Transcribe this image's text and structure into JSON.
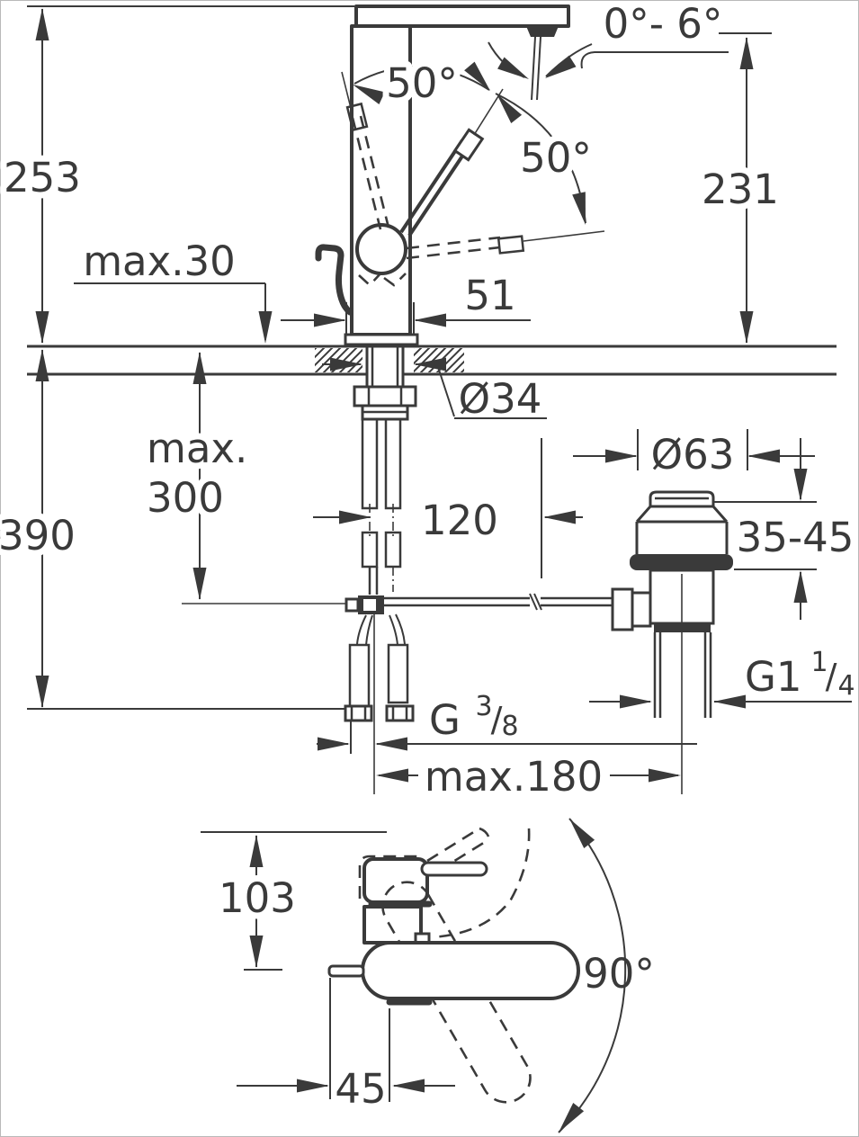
{
  "drawing": {
    "type": "technical-dimension-drawing",
    "product": "single-lever basin mixer tap with pop-up waste set",
    "units": "mm",
    "line_color": "#3a3a3a",
    "background": "#ffffff"
  },
  "labels": {
    "overall_height": "253",
    "deck_thickness_max": "max.30",
    "handle_open_angle_left": "50°",
    "handle_open_angle_right": "50°",
    "aerator_tilt_range": "0°- 6°",
    "outlet_height": "231",
    "body_depth": "51",
    "deck_hole_diameter": "Ø34",
    "hose_length_max_line1": "max.",
    "hose_length_max_line2": "300",
    "below_deck_height": "390",
    "spout_reach": "120",
    "waste_flange_diameter": "Ø63",
    "basin_thickness_range": "35-45",
    "waste_thread_main": "G1",
    "waste_thread_sup": "1",
    "waste_thread_slash": "/",
    "waste_thread_sub": "4",
    "supply_thread_main": "G",
    "supply_thread_sup": "3",
    "supply_thread_slash": "/",
    "supply_thread_sub": "8",
    "rod_reach_max": "max.180",
    "plan_handle_height": "103",
    "plan_outlet_offset": "45",
    "spout_swivel_angle": "90°"
  }
}
